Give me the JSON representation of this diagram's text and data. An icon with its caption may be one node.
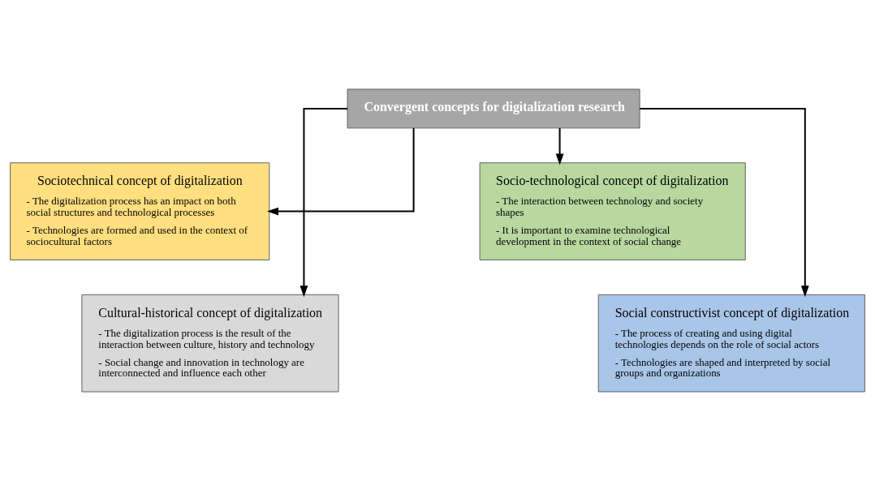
{
  "diagram": {
    "nodes": [
      {
        "text": [
          "Convergent concepts for digitalization research"
        ]
      },
      {
        "text": [
          "Sociotechnical concept of digitalization",
          "- The digitalization process has an impact on both social structures and technological processes",
          "- Technologies are formed and used in the context of sociocultural factors"
        ]
      },
      {
        "text": [
          "Socio-technological concept of digitalization",
          "- The interaction between technology and society shapes",
          "- It is important to examine technological development in the context of social change"
        ]
      },
      {
        "text": [
          "Cultural-historical concept of digitalization",
          "- The digitalization process is the result of the interaction between culture, history and technology",
          "- Social change and innovation in technology are interconnected and influence each other"
        ]
      },
      {
        "text": [
          "Social constructivist concept of digitalization",
          "- The process of creating and using digital technologies depends on the role of social actors",
          "- Technologies are shaped and interpreted by social groups and organizations"
        ]
      }
    ],
    "edges": [
      {
        "from": 0,
        "to": 1,
        "arrow": "to"
      },
      {
        "from": 0,
        "to": 2,
        "arrow": "to"
      },
      {
        "from": 0,
        "to": 3,
        "arrow": "to"
      },
      {
        "from": 0,
        "to": 4,
        "arrow": "to"
      }
    ]
  }
}
